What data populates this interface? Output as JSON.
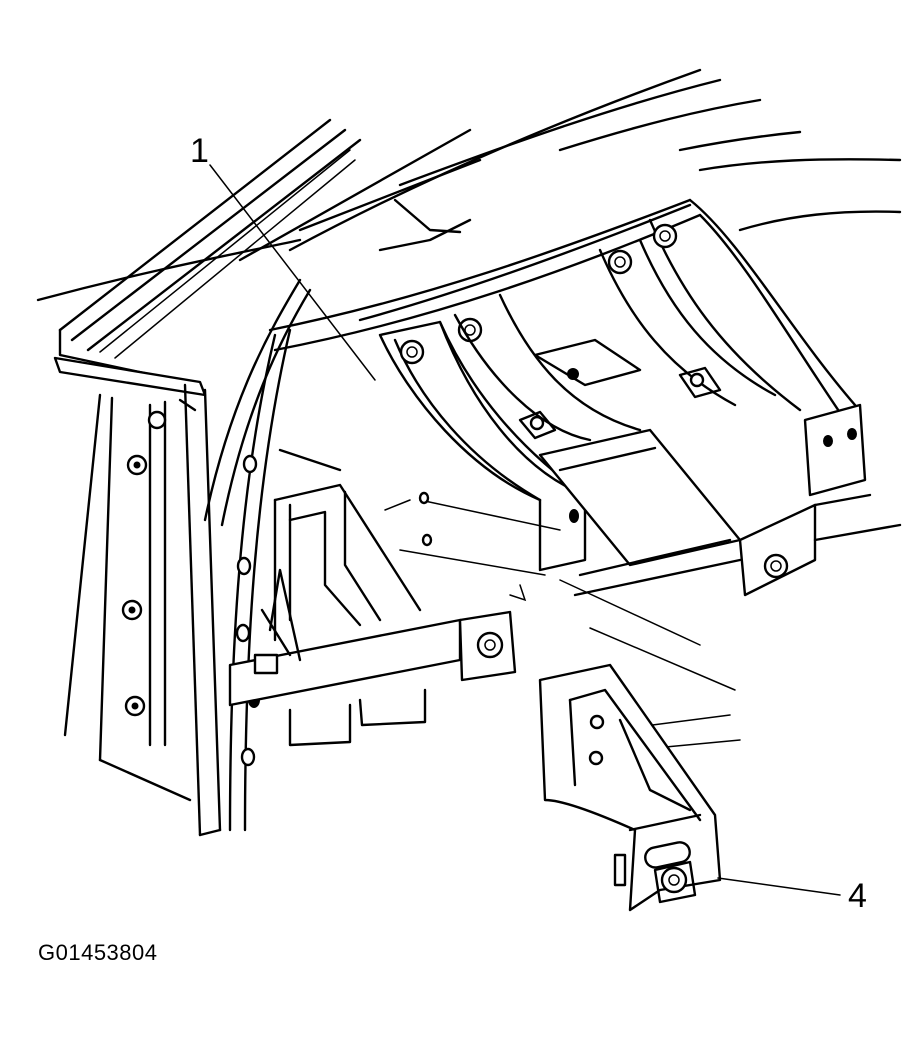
{
  "figure": {
    "id_label": "G01453804"
  },
  "callouts": [
    {
      "number": "1",
      "target": "front-frame-crossmember"
    },
    {
      "number": "4",
      "target": "bracket"
    }
  ]
}
